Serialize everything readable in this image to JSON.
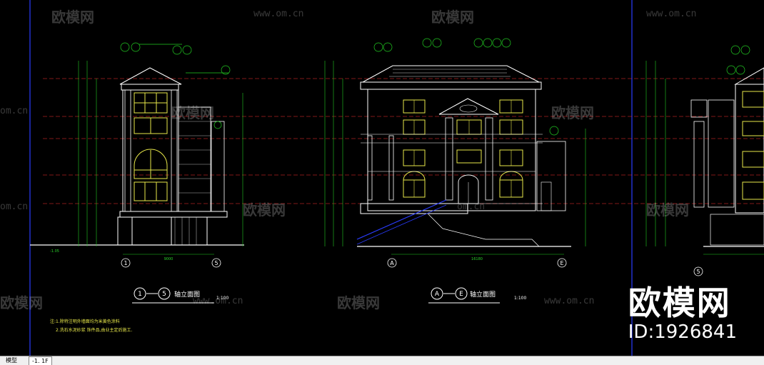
{
  "watermark": {
    "brand": "欧模网",
    "url": "www.om.cn",
    "url_short": "om.cn",
    "id_label": "ID:1926841"
  },
  "drawings": [
    {
      "axis_start": "1",
      "axis_end": "5",
      "title": "轴立面图",
      "scale": "1:100"
    },
    {
      "axis_start": "A",
      "axis_end": "E",
      "title": "轴立面图",
      "scale": "1:100"
    },
    {
      "axis_start": "5",
      "axis_end": "",
      "title": "",
      "scale": ""
    }
  ],
  "notes": {
    "line1": "注:1.除特注明外墙面均为米黄色涂料",
    "line2": "2.洗石水泥砂浆 饰件品,由业主定后施工."
  },
  "dimensions": {
    "total_width_left": "9000",
    "total_width_mid": "16180",
    "level_minus": "-1.05"
  },
  "statusbar": {
    "model_tab": "模型",
    "layout_tab": "-1. 1F"
  },
  "colors": {
    "background": "#000000",
    "lines": "#ffffff",
    "dims": "#22cc22",
    "windows": "#e8e84a",
    "levels": "#ff3030",
    "frame": "#2a3cff"
  }
}
